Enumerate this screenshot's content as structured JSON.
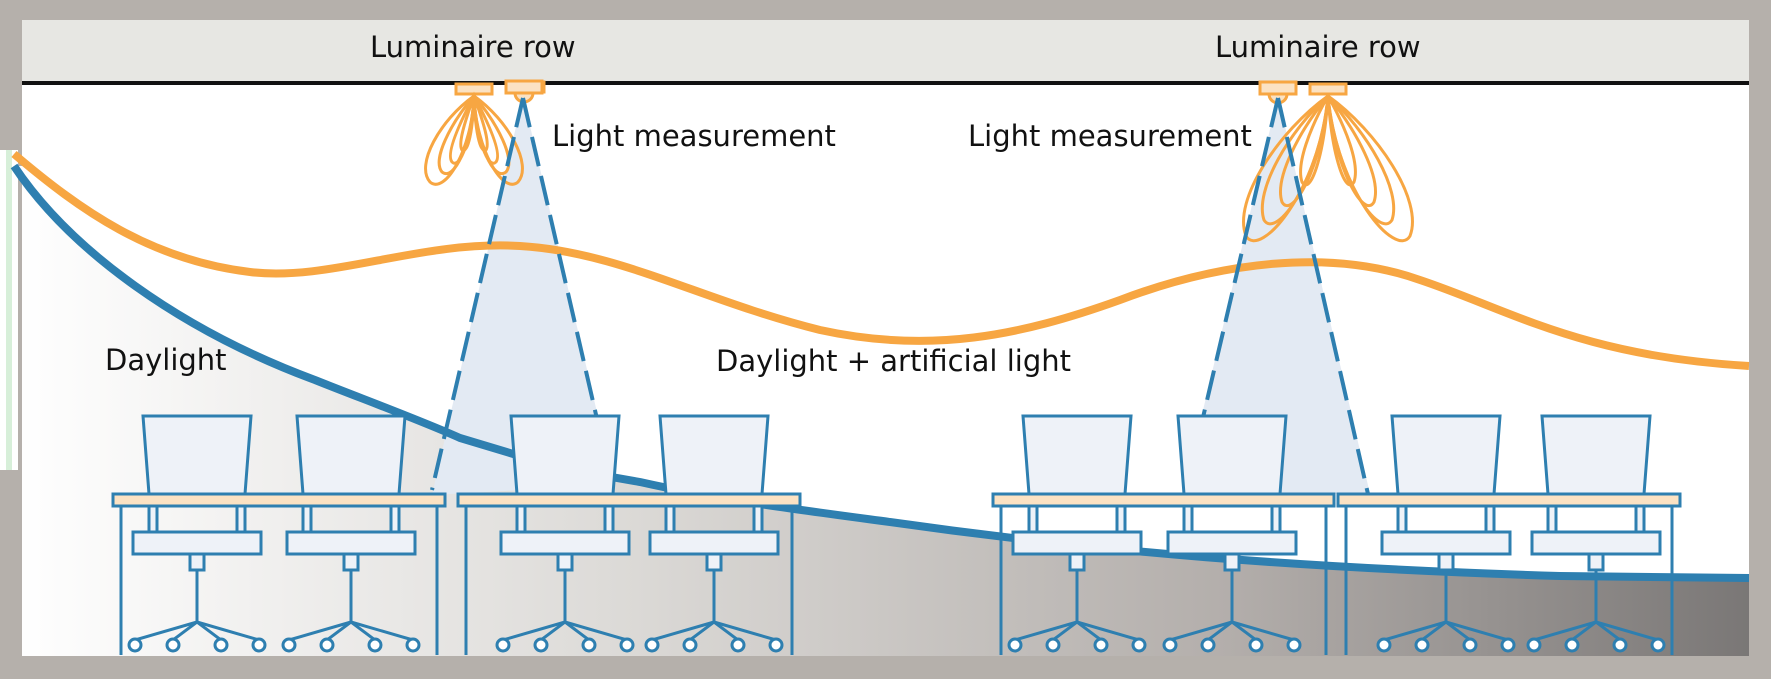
{
  "labels": {
    "luminaire_row_left": "Luminaire row",
    "luminaire_row_right": "Luminaire row",
    "light_measurement_left": "Light measurement",
    "light_measurement_right": "Light measurement",
    "daylight": "Daylight",
    "daylight_artificial": "Daylight + artificial light"
  },
  "colors": {
    "frame": "#b5b0ab",
    "ceiling_band": "#e7e7e3",
    "ceiling_line": "#111111",
    "artificial_curve": "#f7a642",
    "daylight_curve": "#2e7fb0",
    "sensor_cone": "#e3eaf3",
    "furniture_line": "#2e7fb0",
    "furniture_fill": "#eef2f8",
    "desk_top": "#fbe2c3",
    "window": "#d7efd9"
  }
}
